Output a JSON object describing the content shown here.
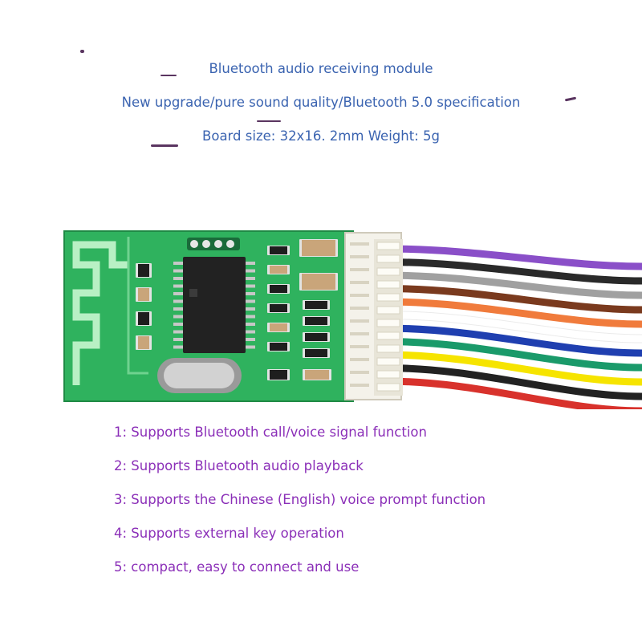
{
  "header": {
    "title": "Bluetooth audio receiving module",
    "subtitle": "New upgrade/pure sound quality/Bluetooth 5.0 specification",
    "specs": "Board size: 32x16. 2mm Weight: 5g"
  },
  "features": [
    "1: Supports Bluetooth call/voice signal function",
    "2: Supports Bluetooth audio playback",
    "3: Supports the Chinese (English) voice prompt function",
    "4: Supports external key operation",
    "5: compact, easy to connect and use"
  ],
  "board": {
    "pcb_color": "#2fb25e",
    "wire_colors": [
      "#8a4fc8",
      "#2a2a2a",
      "#a0a0a0",
      "#7a3a1e",
      "#f07b3c",
      "#ffffff",
      "#1f3fb0",
      "#1a9a6a",
      "#f6e400",
      "#222222",
      "#d8322c"
    ]
  }
}
